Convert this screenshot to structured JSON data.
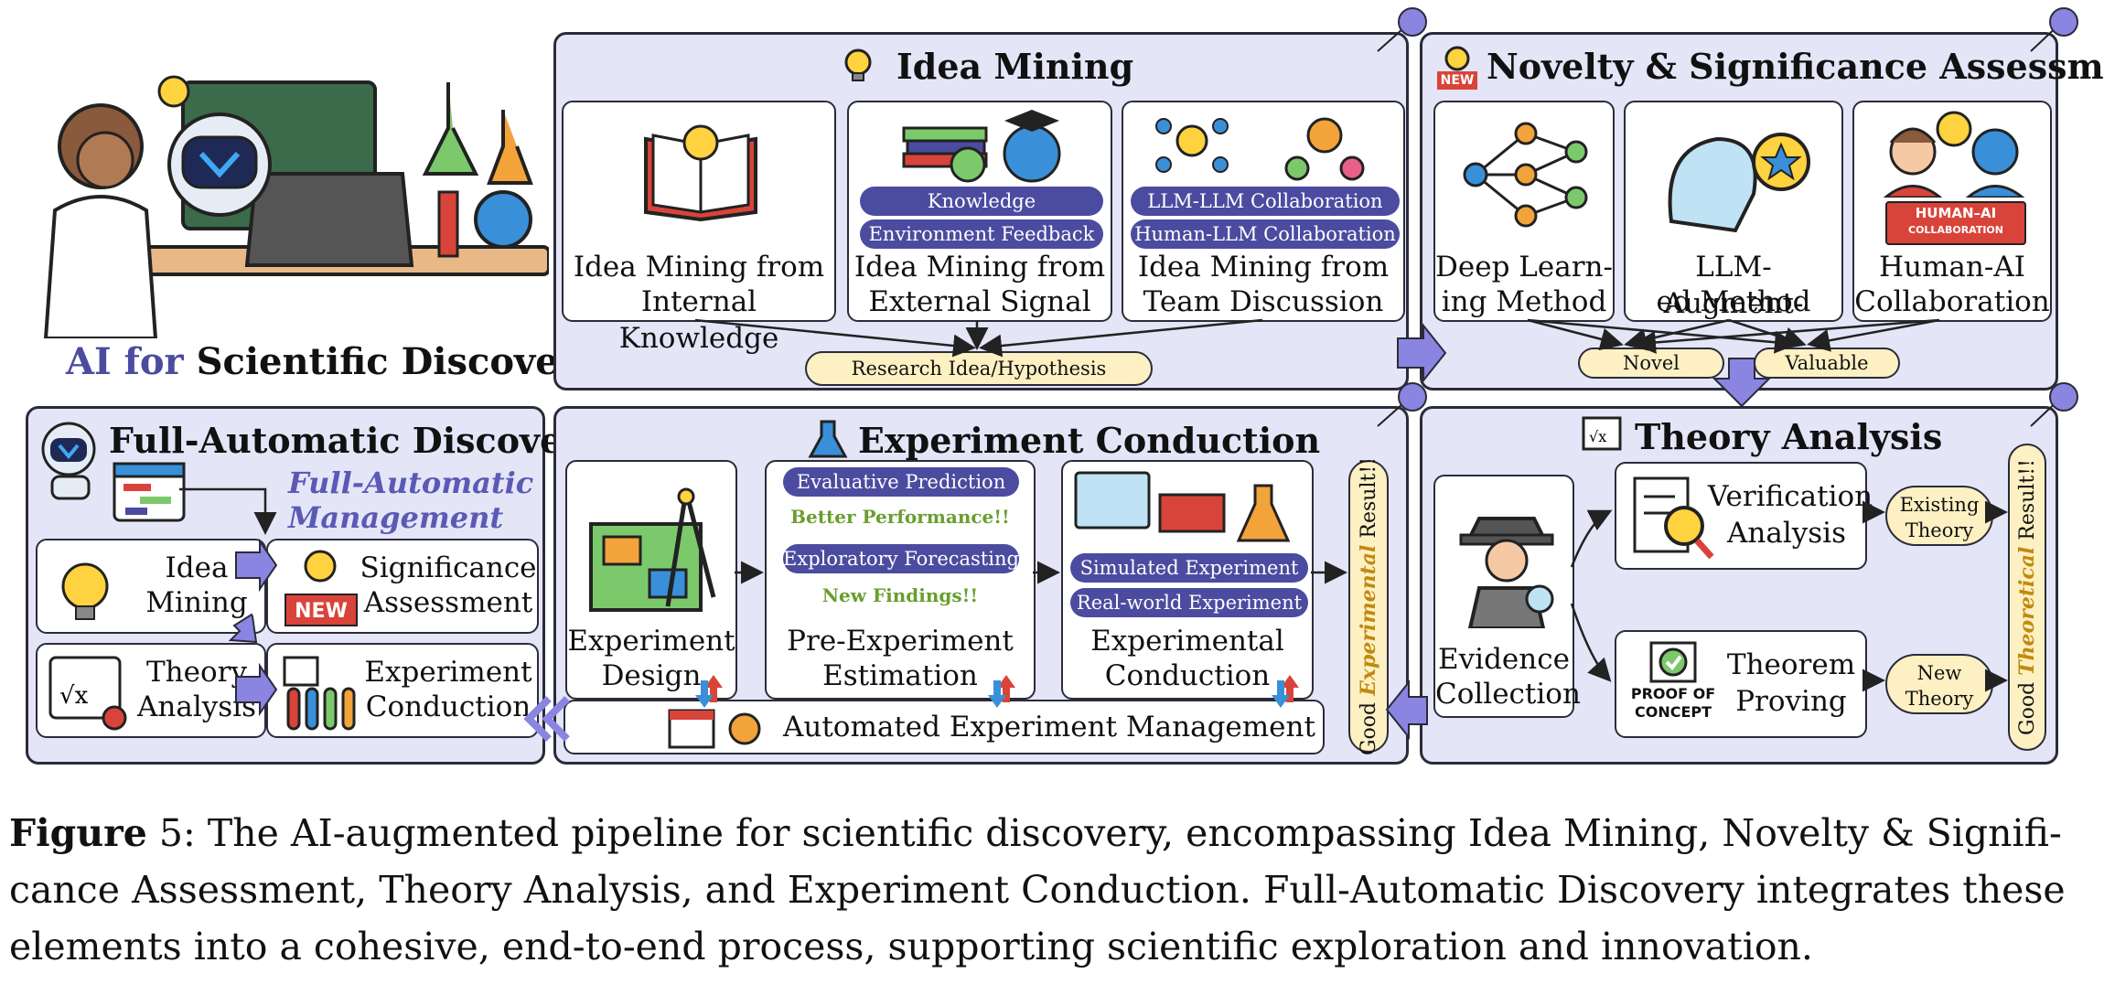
{
  "hero": {
    "title_prefix": "AI for",
    "title_main": "Scientific Discovery"
  },
  "idea_mining": {
    "title": "Idea Mining",
    "cards": [
      {
        "line1": "Idea Mining from",
        "line2": "Internal Knowledge"
      },
      {
        "line1": "Idea Mining from",
        "line2": "External Signal",
        "pills": [
          "Knowledge",
          "Environment Feedback"
        ]
      },
      {
        "line1": "Idea Mining from",
        "line2": "Team Discussion",
        "pills": [
          "LLM-LLM Collaboration",
          "Human-LLM Collaboration"
        ]
      }
    ],
    "output": "Research Idea/Hypothesis"
  },
  "novelty": {
    "title": "Novelty & Significance Assessment",
    "new_badge": "NEW",
    "cards": [
      {
        "line1": "Deep Learn-",
        "line2": "ing Method"
      },
      {
        "line1": "LLM-Augment-",
        "line2": "ed Method"
      },
      {
        "line1": "Human-AI",
        "line2": "Collaboration",
        "badge1": "HUMAN–AI",
        "badge2": "COLLABORATION"
      }
    ],
    "outputs": [
      "Novel",
      "Valuable"
    ]
  },
  "full_auto": {
    "title": "Full-Automatic Discovery",
    "subtitle1": "Full-Automatic",
    "subtitle2": "Management",
    "items": [
      {
        "line1": "Idea",
        "line2": "Mining"
      },
      {
        "line1": "Significance",
        "line2": "Assessment",
        "badge": "NEW"
      },
      {
        "line1": "Theory",
        "line2": "Analysis"
      },
      {
        "line1": "Experiment",
        "line2": "Conduction"
      }
    ]
  },
  "experiment": {
    "title": "Experiment Conduction",
    "design": {
      "line1": "Experiment",
      "line2": "Design"
    },
    "estimation": {
      "line1": "Pre-Experiment",
      "line2": "Estimation",
      "pill1": "Evaluative Prediction",
      "note1": "Better Performance!!",
      "pill2": "Exploratory Forecasting",
      "note2": "New Findings!!"
    },
    "conduction": {
      "line1": "Experimental",
      "line2": "Conduction",
      "pill1": "Simulated Experiment",
      "pill2": "Real-world Experiment"
    },
    "management": "Automated Experiment Management",
    "result_prefix": "Good",
    "result_em": "Experimental",
    "result_suffix": "Result!!"
  },
  "theory": {
    "title": "Theory Analysis",
    "evidence": {
      "line1": "Evidence",
      "line2": "Collection"
    },
    "verification": {
      "line1": "Verification",
      "line2": "Analysis"
    },
    "proving": {
      "line1": "Theorem",
      "line2": "Proving",
      "badge1": "PROOF OF",
      "badge2": "CONCEPT"
    },
    "existing": {
      "line1": "Existing",
      "line2": "Theory"
    },
    "new": {
      "line1": "New",
      "line2": "Theory"
    },
    "result_prefix": "Good",
    "result_em": "Theoretical",
    "result_suffix": "Result!!"
  },
  "caption": {
    "label": "Figure",
    "number": "5",
    "text": ": The AI-augmented pipeline for scientific discovery, encompassing Idea Mining, Novelty & Signifi-cance Assessment, Theory Analysis, and Experiment Conduction. Full-Automatic Discovery integrates these elements into a cohesive, end-to-end process, supporting scientific exploration and innovation."
  },
  "colors": {
    "panel": "#e4e5f7",
    "accent": "#4b4ba0",
    "knob": "#8a85e0",
    "yellow": "#fdf0c2",
    "green": "#6a9e2e"
  }
}
